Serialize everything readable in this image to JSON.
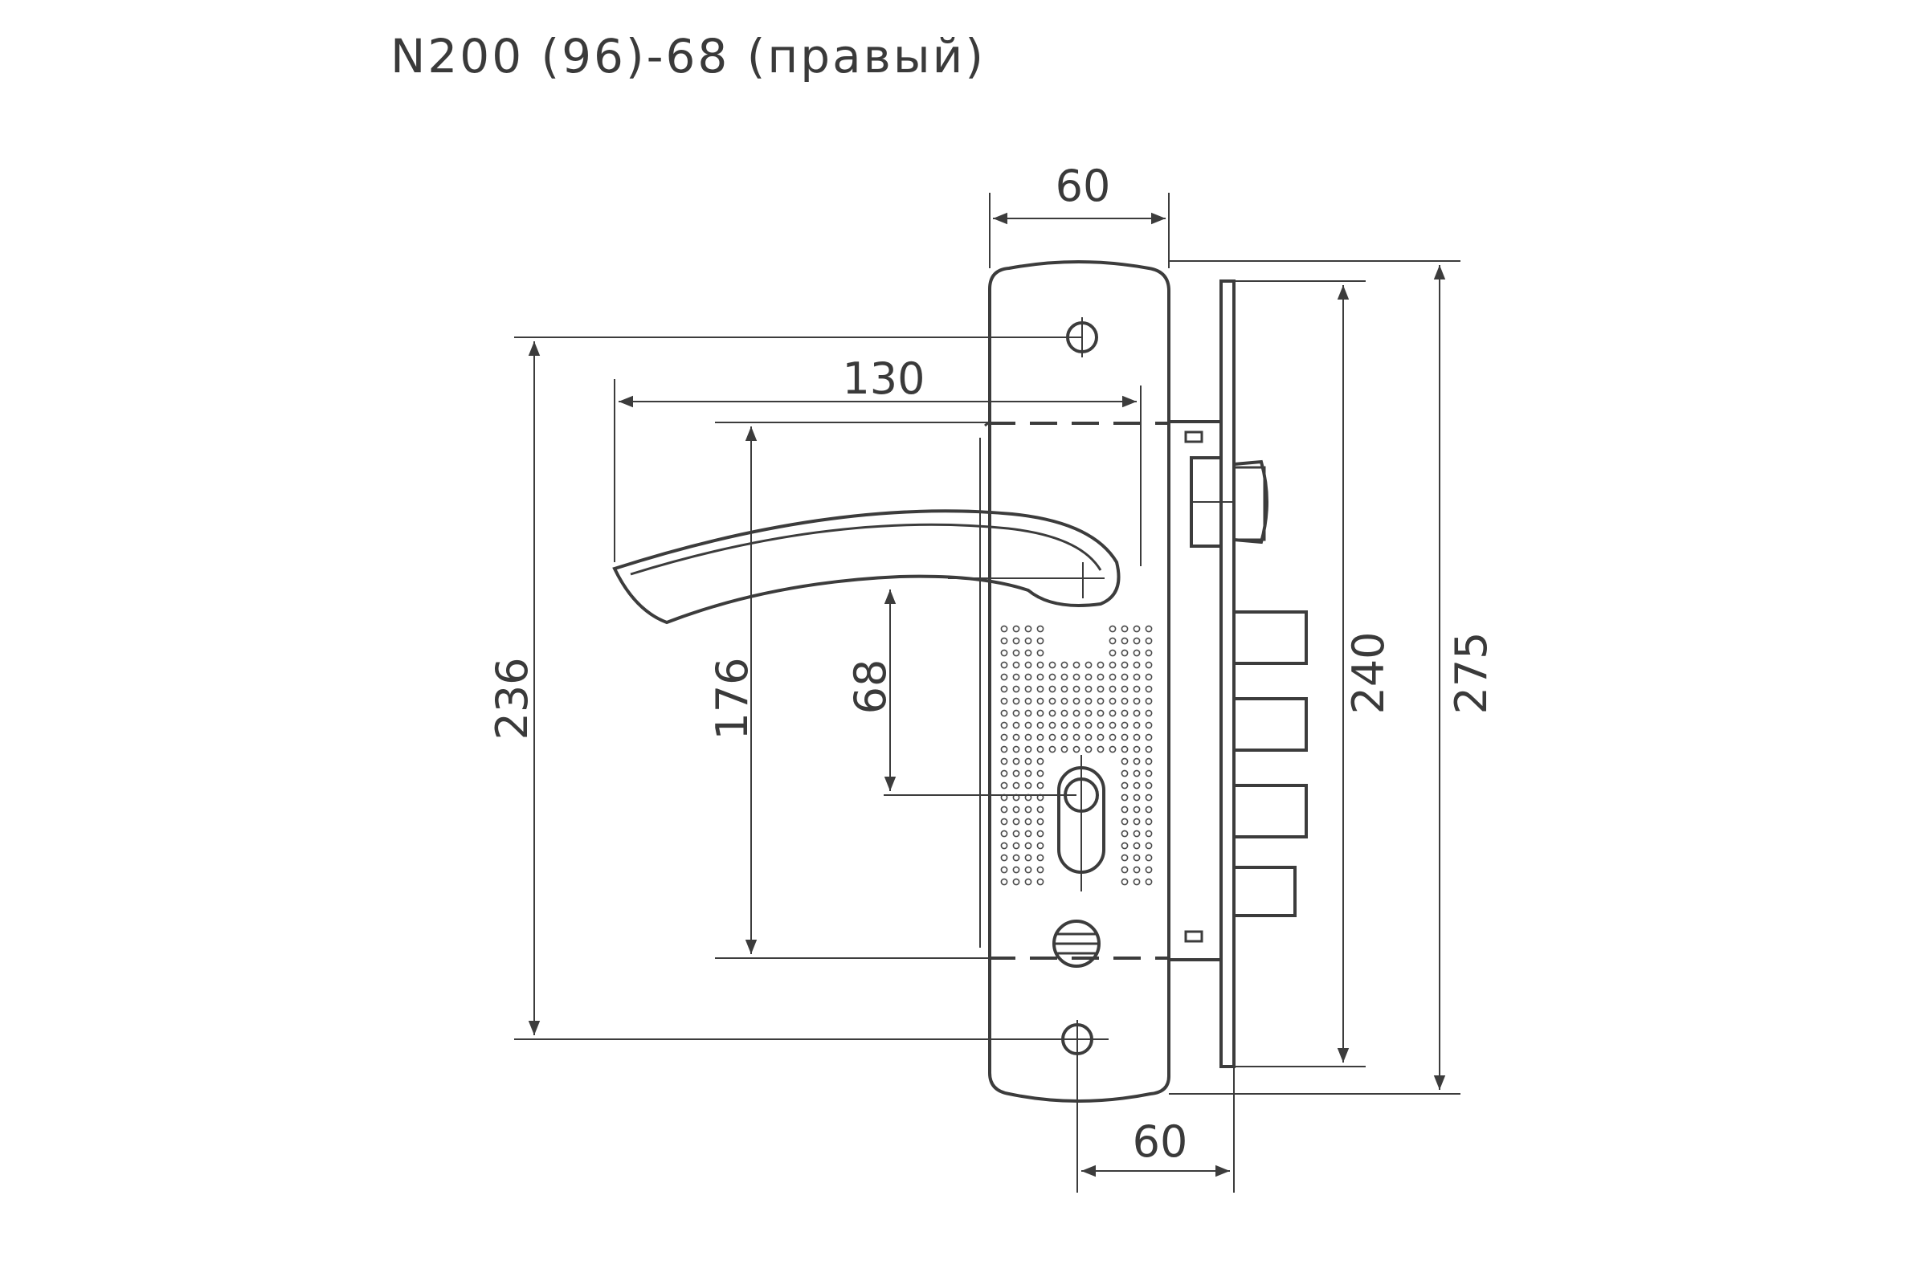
{
  "title": "N200 (96)-68 (правый)",
  "dimensions": {
    "plate_width_top": "60",
    "handle_length": "130",
    "axis_spacing_outer": "236",
    "axis_spacing_inner": "176",
    "handle_to_cylinder": "68",
    "lock_body_height": "240",
    "faceplate_length": "275",
    "backset": "60"
  },
  "colors": {
    "line": "#3c3c3c",
    "background": "#ffffff"
  }
}
